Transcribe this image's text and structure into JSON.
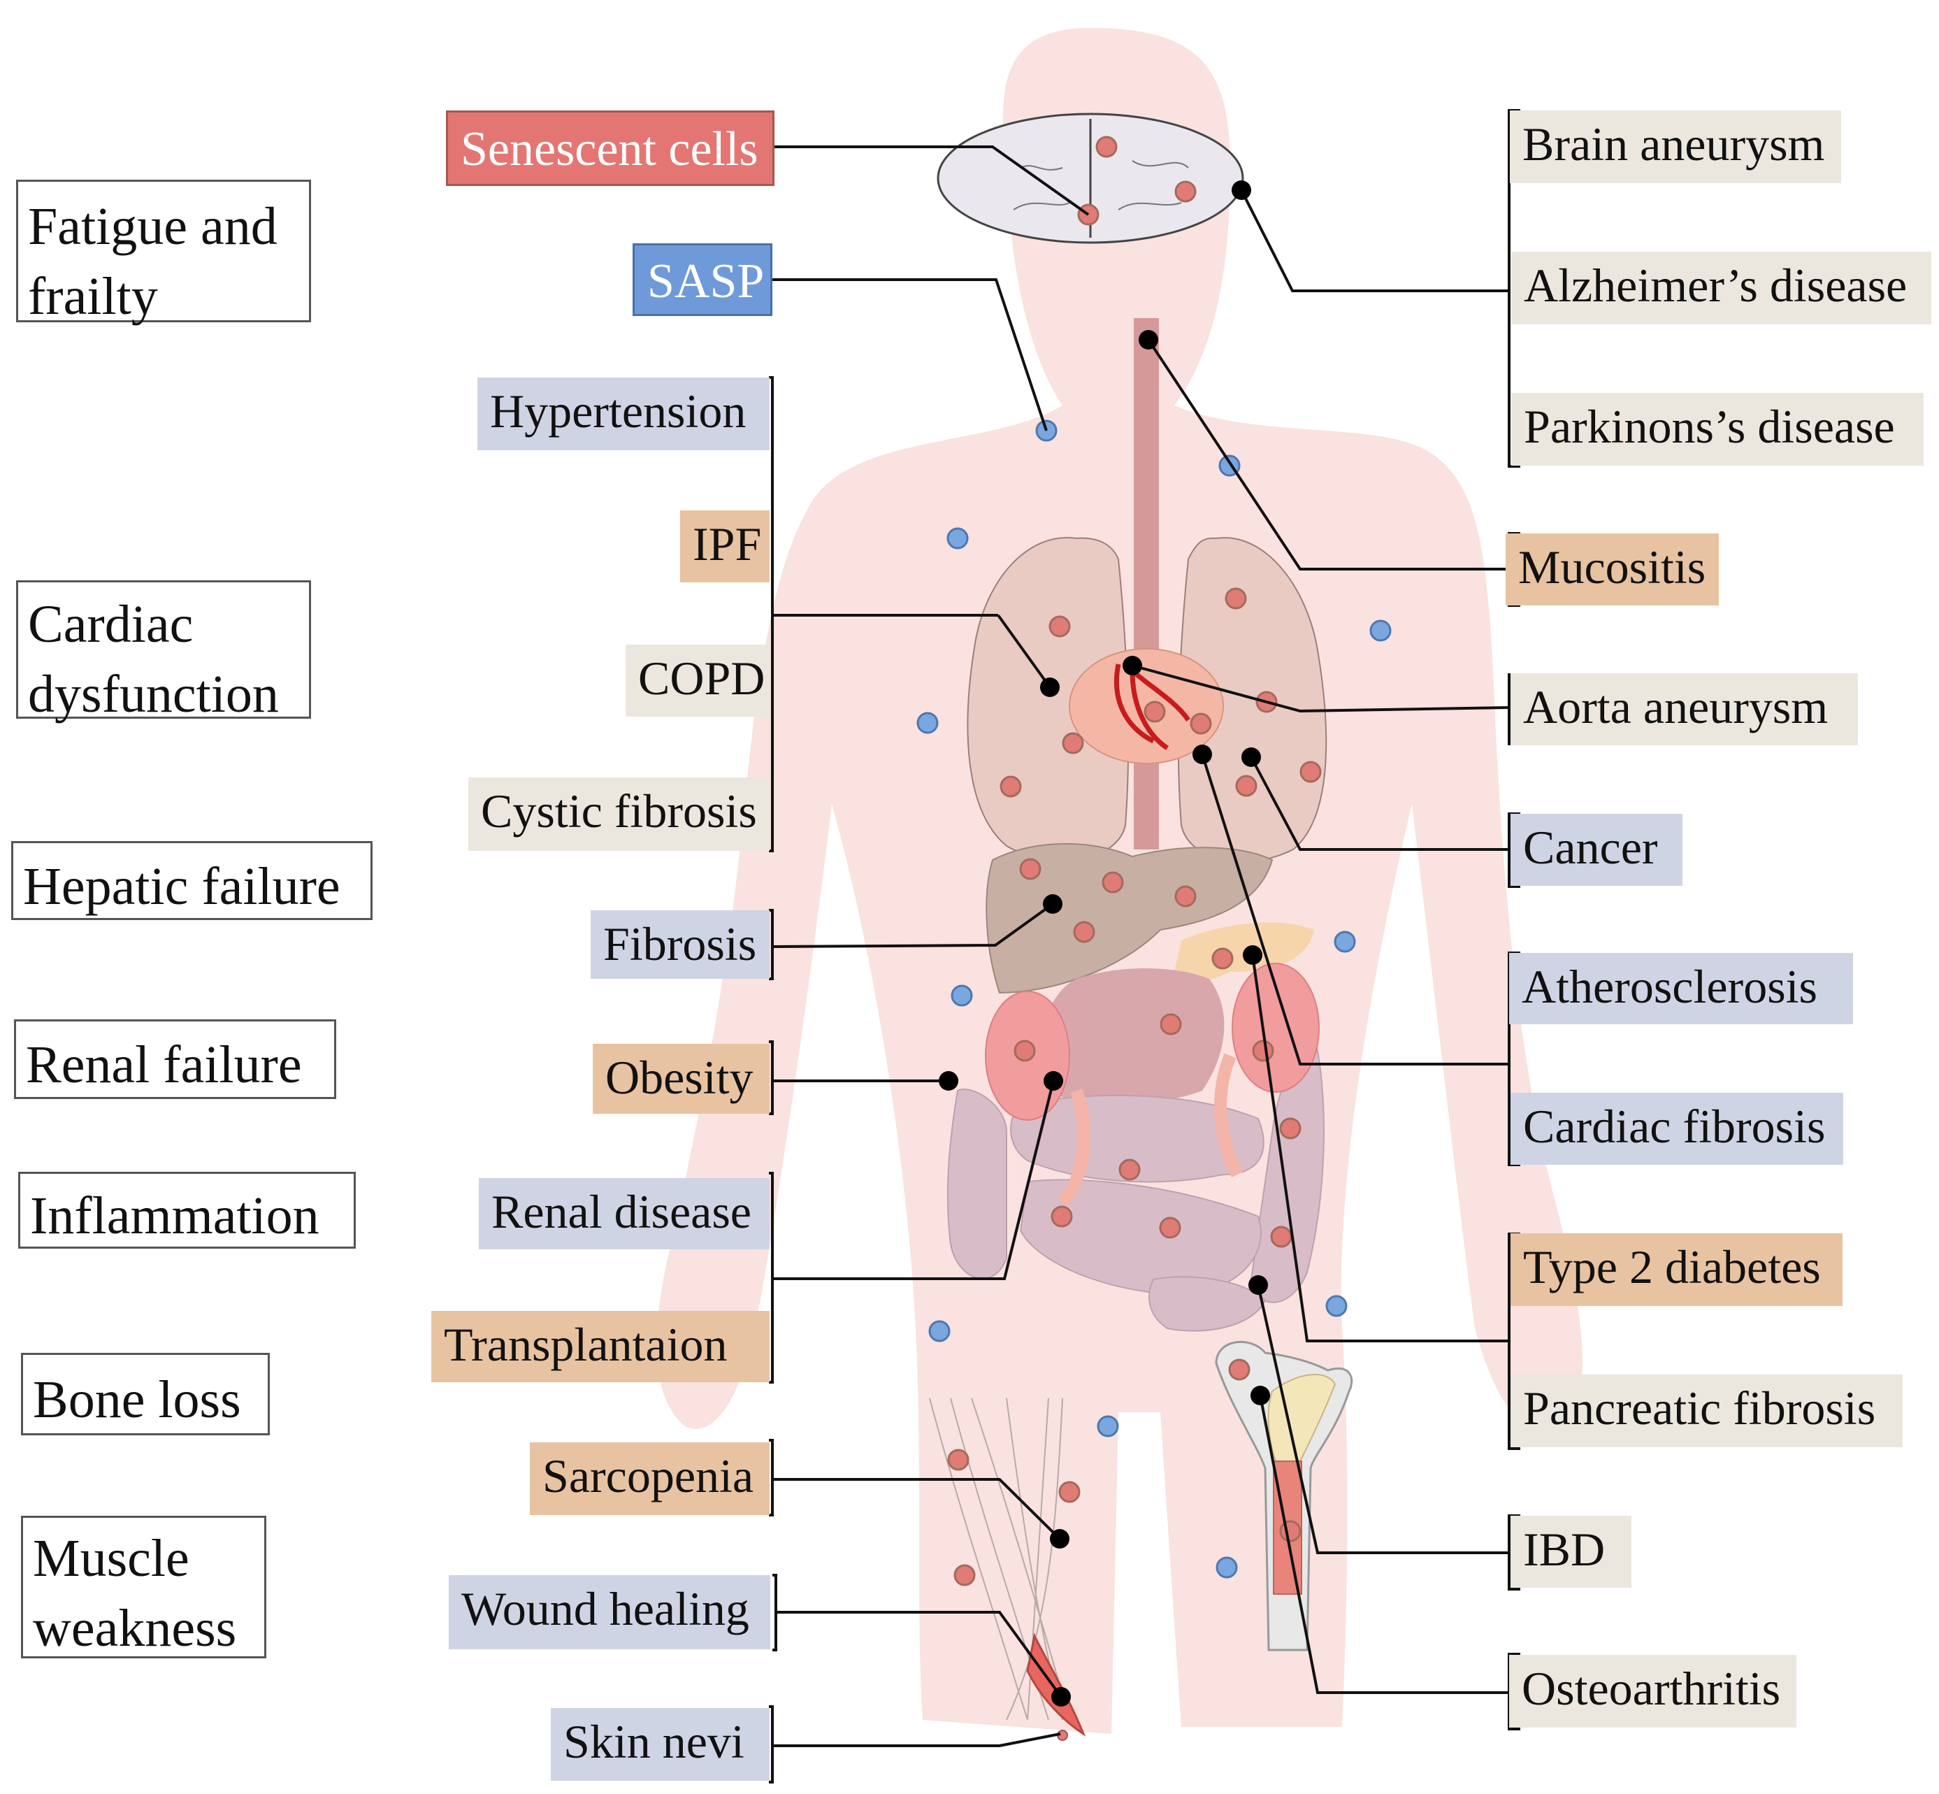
{
  "colors": {
    "senescent": "#e37673",
    "sasp": "#6f9ad9",
    "blue_label": "#cfd4e5",
    "orange_label": "#e8c3a1",
    "beige_label": "#ece7de",
    "body_fill": "#f9e2df",
    "dot_red": "#e07b76",
    "dot_blue": "#7aa7e0"
  },
  "legend": {
    "senescent_cells": "Senescent cells",
    "sasp": "SASP"
  },
  "consequences": [
    "Fatigue and\nfrailty",
    "Cardiac\ndysfunction",
    "Hepatic failure",
    "Renal failure",
    "Inflammation",
    "Bone loss",
    "Muscle\nweakness"
  ],
  "left_diseases": {
    "hypertension": "Hypertension",
    "ipf": "IPF",
    "copd": "COPD",
    "cystic_fibrosis": "Cystic fibrosis",
    "fibrosis": "Fibrosis",
    "obesity": "Obesity",
    "renal_disease": "Renal disease",
    "transplantation": "Transplantaion",
    "sarcopenia": "Sarcopenia",
    "wound_healing": "Wound healing",
    "skin_nevi": "Skin nevi"
  },
  "right_diseases": {
    "brain_aneurysm": "Brain aneurysm",
    "alzheimers": "Alzheimer’s disease",
    "parkinsons": "Parkinons’s disease",
    "mucositis": "Mucositis",
    "aorta_aneurysm": "Aorta aneurysm",
    "cancer": "Cancer",
    "atherosclerosis": "Atherosclerosis",
    "cardiac_fibrosis": "Cardiac fibrosis",
    "type2_diabetes": "Type 2 diabetes",
    "pancreatic_fibrosis": "Pancreatic fibrosis",
    "ibd": "IBD",
    "osteoarthritis": "Osteoarthritis"
  }
}
